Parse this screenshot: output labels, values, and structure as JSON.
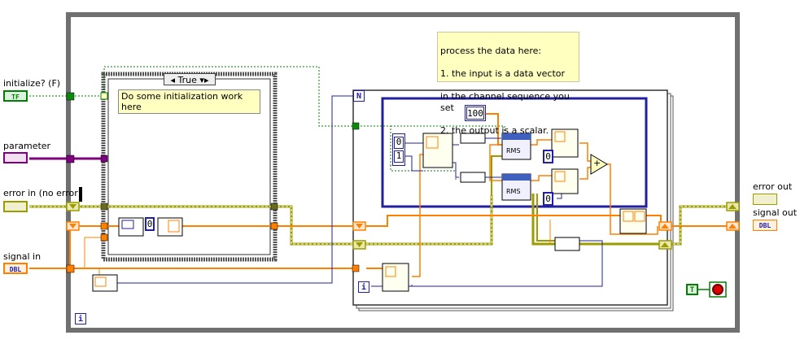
{
  "controls": {
    "initialize": {
      "label": "initialize? (F)",
      "type_tag": "TF"
    },
    "parameter": {
      "label": "parameter"
    },
    "error_in": {
      "label": "error in (no error)"
    },
    "signal_in": {
      "label": "signal in",
      "type_tag": "DBL"
    }
  },
  "indicators": {
    "error_out": {
      "label": "error out"
    },
    "signal_out": {
      "label": "signal out",
      "type_tag": "DBL"
    }
  },
  "case_structure": {
    "selector_value": "True",
    "comment": "Do some initialization work here",
    "index_constant": "0"
  },
  "for_loop": {
    "count_terminal": "N",
    "iteration_terminal": "i"
  },
  "comment_box": {
    "lines": [
      "process the data here:",
      "1. the input is a data vector",
      "in the channel sequence you set",
      "2. the output is a scalar."
    ]
  },
  "inner": {
    "constant_100": "100",
    "array_const_0": "0",
    "array_const_1": "1",
    "index_0_top": "0",
    "index_0_bottom": "0",
    "rms_label": "RMS",
    "add_symbol": "+"
  },
  "while_loop": {
    "iteration_terminal": "i",
    "stop_constant": "T"
  },
  "colors": {
    "error_wire": "#9c9c00",
    "dbl_wire": "#ff8000",
    "bool_wire": "#008000",
    "cluster_wire": "#800080",
    "int_wire": "#2020a0",
    "frame": "#707070"
  }
}
